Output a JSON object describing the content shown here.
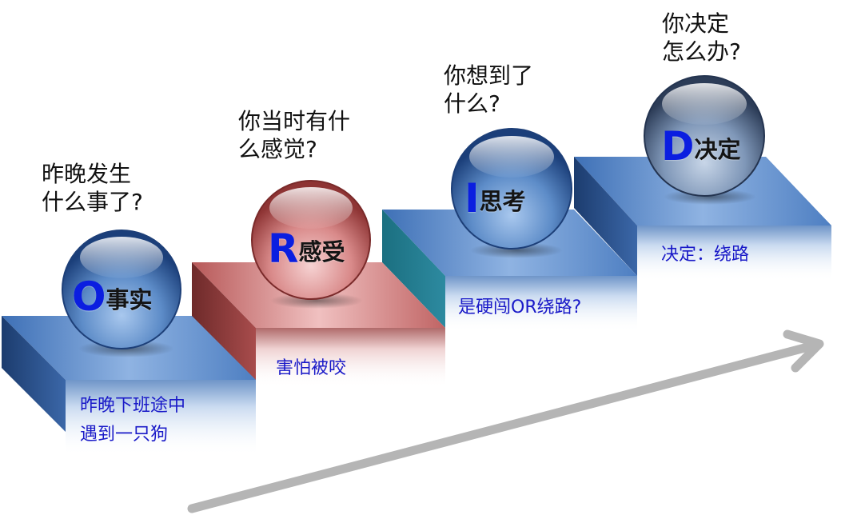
{
  "steps": [
    {
      "letter": "O",
      "word": "事实",
      "question": "昨晚发生\n什么事了?",
      "detail": "昨晚下班途中\n遇到一只狗",
      "color": "#4a7dc0"
    },
    {
      "letter": "R",
      "word": "感受",
      "question": "你当时有什\n么感觉?",
      "detail": "害怕被咬",
      "color": "#c76e6e"
    },
    {
      "letter": "I",
      "word": "思考",
      "question": "你想到了\n什么?",
      "detail": "是硬闯OR绕路?",
      "color": "#3f78c0"
    },
    {
      "letter": "D",
      "word": "决定",
      "question": "你决定\n怎么办?",
      "detail": "决定：绕路",
      "color": "#4a7dc0"
    }
  ]
}
